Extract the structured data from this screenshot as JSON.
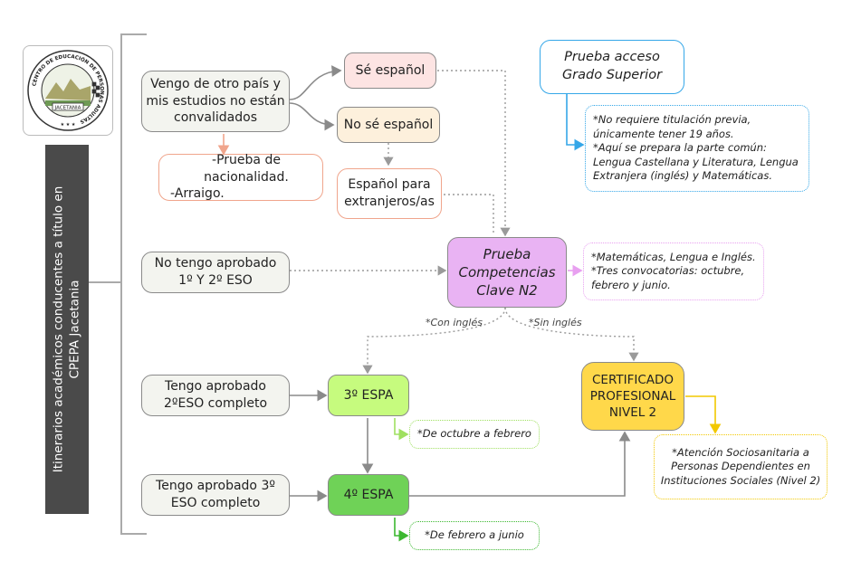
{
  "logo": {
    "ring_text": "CENTRO DE EDUCACIÓN DE PERSONAS ADULTAS",
    "center_text": "JACETANIA",
    "stars": "★ ★ ★"
  },
  "side_title": {
    "line1": "Itinerarios académicos conducentes a título en",
    "line2": "CPEPA Jacetania"
  },
  "nodes": {
    "otro_pais": [
      "Vengo de otro país y",
      "mis estudios no están",
      "convalidados"
    ],
    "se_espanol": "Sé español",
    "no_se_espanol": "No sé español",
    "nacionalidad": [
      "-Prueba de nacionalidad.",
      "-Arraigo."
    ],
    "espanol_extranjeros": [
      "Español para",
      "extranjeros/as"
    ],
    "prueba_grado_superior": [
      "Prueba acceso",
      "Grado Superior"
    ],
    "grado_superior_note": [
      "*No requiere titulación previa,",
      "únicamente tener 19 años.",
      "*Aquí se prepara la parte común:",
      "Lengua Castellana y Literatura, Lengua",
      "Extranjera (inglés) y Matemáticas."
    ],
    "no_aprobado": [
      "No tengo aprobado",
      "1º Y 2º ESO"
    ],
    "prueba_competencias": [
      "Prueba",
      "Competencias",
      "Clave N2"
    ],
    "competencias_note": [
      "*Matemáticas, Lengua e Inglés.",
      "*Tres convocatorias: octubre,",
      "febrero y junio."
    ],
    "con_ingles": "*Con inglés",
    "sin_ingles": "*Sin inglés",
    "aprobado_2eso": [
      "Tengo aprobado",
      "2ºESO completo"
    ],
    "espa3": "3º ESPA",
    "espa3_note": "*De octubre a febrero",
    "certificado": [
      "CERTIFICADO",
      "PROFESIONAL",
      "NIVEL 2"
    ],
    "certificado_note": [
      "*Atención Sociosanitaria a",
      "Personas Dependientes en",
      "Instituciones Sociales (Nivel 2)"
    ],
    "aprobado_3eso": [
      "Tengo aprobado 3º",
      "ESO completo"
    ],
    "espa4": "4º ESPA",
    "espa4_note": "*De febrero a junio"
  },
  "colors": {
    "grey_fill": "#f3f4ef",
    "pink_fill": "#fde4e3",
    "cream_fill": "#fdf0dc",
    "peach_border": "#f0a58c",
    "purple_fill": "#e9b3f3",
    "lime_fill": "#c6fb7e",
    "green_fill": "#6fd257",
    "yellow_fill": "#ffd84a",
    "blue_accent": "#35a7e8",
    "side_title_bg": "#4a4a4a"
  }
}
